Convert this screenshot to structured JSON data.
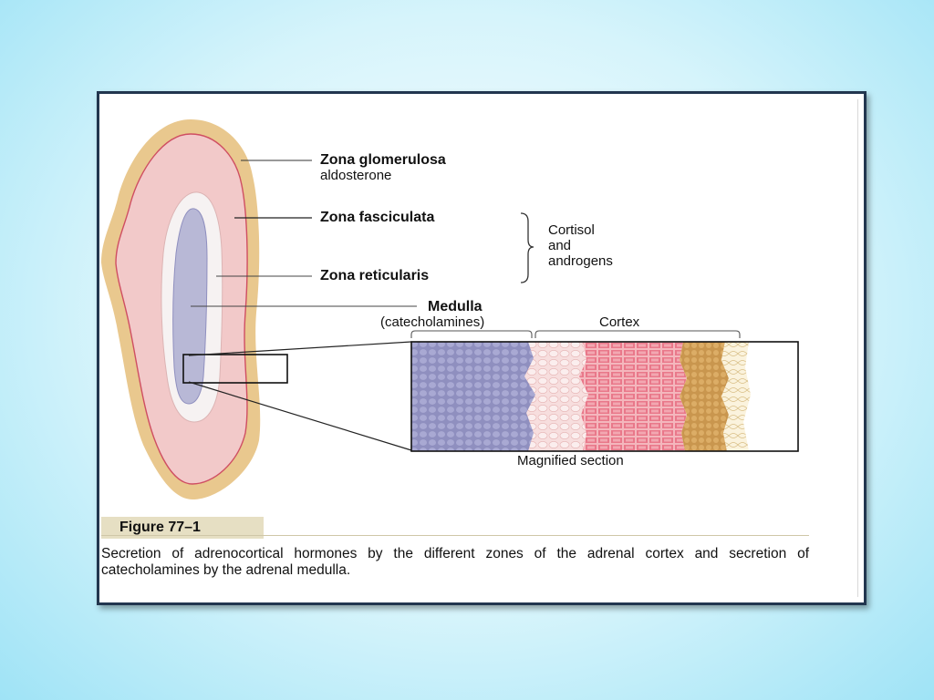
{
  "figure": {
    "labels": {
      "zona_glomerulosa": "Zona glomerulosa",
      "aldosterone": "aldosterone",
      "zona_fasciculata": "Zona fasciculata",
      "zona_reticularis": "Zona reticularis",
      "cortisol": "Cortisol",
      "and": "and",
      "androgens": "androgens",
      "medulla": "Medulla",
      "catecholamines": "(catecholamines)",
      "cortex": "Cortex",
      "magnified_section": "Magnified section"
    },
    "figure_number": "Figure 77–1",
    "caption": "Secretion of adrenocortical hormones by the different zones of the adrenal cortex and secretion of catecholamines by the adrenal medulla."
  },
  "colors": {
    "background_light": "#d6f4fb",
    "background_edge": "#9fe3f6",
    "card_border": "#22364f",
    "capsule": "#e9c88e",
    "glomerulosa": "#f2c9c9",
    "reticularis": "#f4f4f4",
    "medulla": "#b8b8d6",
    "figure_tab": "#e6dfc3"
  }
}
